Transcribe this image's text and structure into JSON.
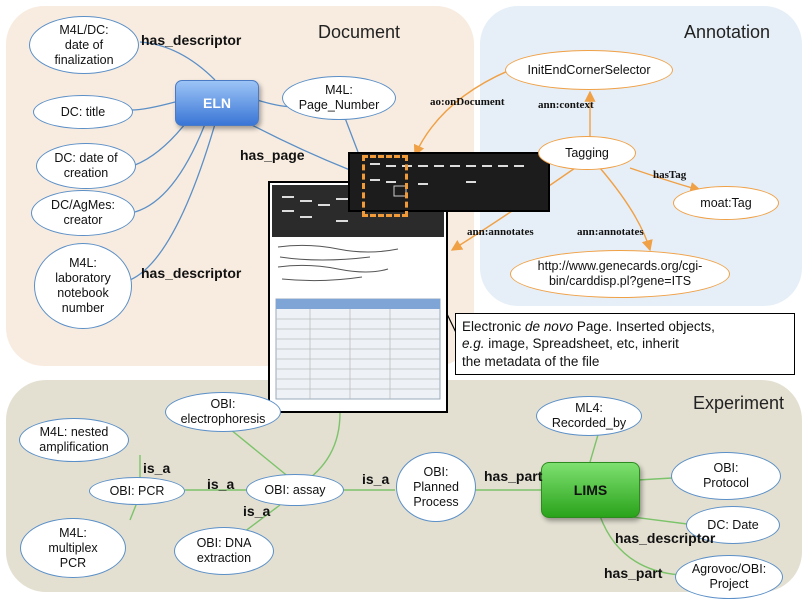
{
  "panels": {
    "document": "Document",
    "annotation": "Annotation",
    "experiment": "Experiment"
  },
  "nodes": {
    "eln": "ELN",
    "lims": "LIMS",
    "date_finalization": [
      "M4L/DC:",
      "date of",
      "finalization"
    ],
    "dc_title": [
      "DC: title"
    ],
    "dc_date_creation": [
      "DC: date of",
      "creation"
    ],
    "dc_agmes_creator": [
      "DC/AgMes:",
      "creator"
    ],
    "lab_notebook_number": [
      "M4L:",
      "laboratory",
      "notebook",
      "number"
    ],
    "page_number": [
      "M4L:",
      "Page_Number"
    ],
    "init_end_selector": [
      "InitEndCornerSelector"
    ],
    "tagging": [
      "Tagging"
    ],
    "moat_tag": [
      "moat:Tag"
    ],
    "genecards_url": [
      "http://www.genecards.org/cgi-",
      "bin/carddisp.pl?gene=ITS"
    ],
    "obi_electrophoresis": [
      "OBI:",
      "electrophoresis"
    ],
    "m4l_nested": [
      "M4L: nested",
      "amplification"
    ],
    "obi_pcr": [
      "OBI: PCR"
    ],
    "m4l_multiplex": [
      "M4L:",
      "multiplex",
      "PCR"
    ],
    "obi_assay": [
      "OBI: assay"
    ],
    "obi_dna_extraction": [
      "OBI: DNA",
      "extraction"
    ],
    "obi_planned_process": [
      "OBI:",
      "Planned",
      "Process"
    ],
    "ml4_recorded_by": [
      "ML4:",
      "Recorded_by"
    ],
    "obi_protocol": [
      "OBI:",
      "Protocol"
    ],
    "dc_date": [
      "DC: Date"
    ],
    "agrovoc_project": [
      "Agrovoc/OBI:",
      "Project"
    ]
  },
  "edge_labels": {
    "has_descriptor_top": "has_descriptor",
    "has_descriptor_mid": "has_descriptor",
    "has_page": "has_page",
    "ao_on_document": "ao:onDocument",
    "ann_context": "ann:context",
    "has_tag": "hasTag",
    "ann_annotates_left": "ann:annotates",
    "ann_annotates_right": "ann:annotates",
    "is_a_pcr_nested": "is_a",
    "is_a_pcr_assay": "is_a",
    "is_a_dna": "is_a",
    "is_a_assay_planned": "is_a",
    "has_part_lims": "has_part",
    "has_descriptor_lims": "has_descriptor",
    "has_part_project": "has_part"
  },
  "callout": {
    "line1_pre": "Electronic ",
    "line1_em": "de novo",
    "line1_post": " Page. Inserted objects,",
    "line2_em": "e.g.",
    "line2_post": " image, Spreadsheet, etc, inherit",
    "line3": " the metadata of the file"
  },
  "colors": {
    "document_bg": "#f8ece0",
    "annotation_bg": "#e6eff7",
    "experiment_bg": "#e3e0d2",
    "blue_stroke": "#5b8fc7",
    "orange_stroke": "#f0a045",
    "green_stroke": "#7cc36a",
    "eln_fill": "#3a76d6",
    "lims_fill": "#2aa31b"
  }
}
